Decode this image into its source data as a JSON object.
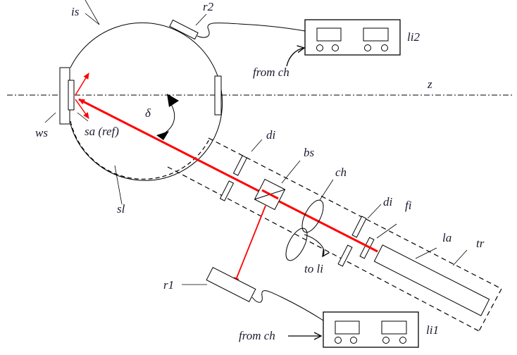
{
  "labels": {
    "is": "is",
    "r2": "r2",
    "li2": "li2",
    "from_ch_top": "from ch",
    "z": "z",
    "delta": "δ",
    "ws": "ws",
    "sa_ref": "sa (ref)",
    "sl": "sl",
    "di_top": "di",
    "bs": "bs",
    "ch": "ch",
    "di_right": "di",
    "fi": "fi",
    "la": "la",
    "tr": "tr",
    "to_li": "to li",
    "r1": "r1",
    "from_ch_bottom": "from ch",
    "li1": "li1"
  },
  "colors": {
    "beam": "#ff0000",
    "line": "#000000",
    "text": "#1a1a2e"
  }
}
